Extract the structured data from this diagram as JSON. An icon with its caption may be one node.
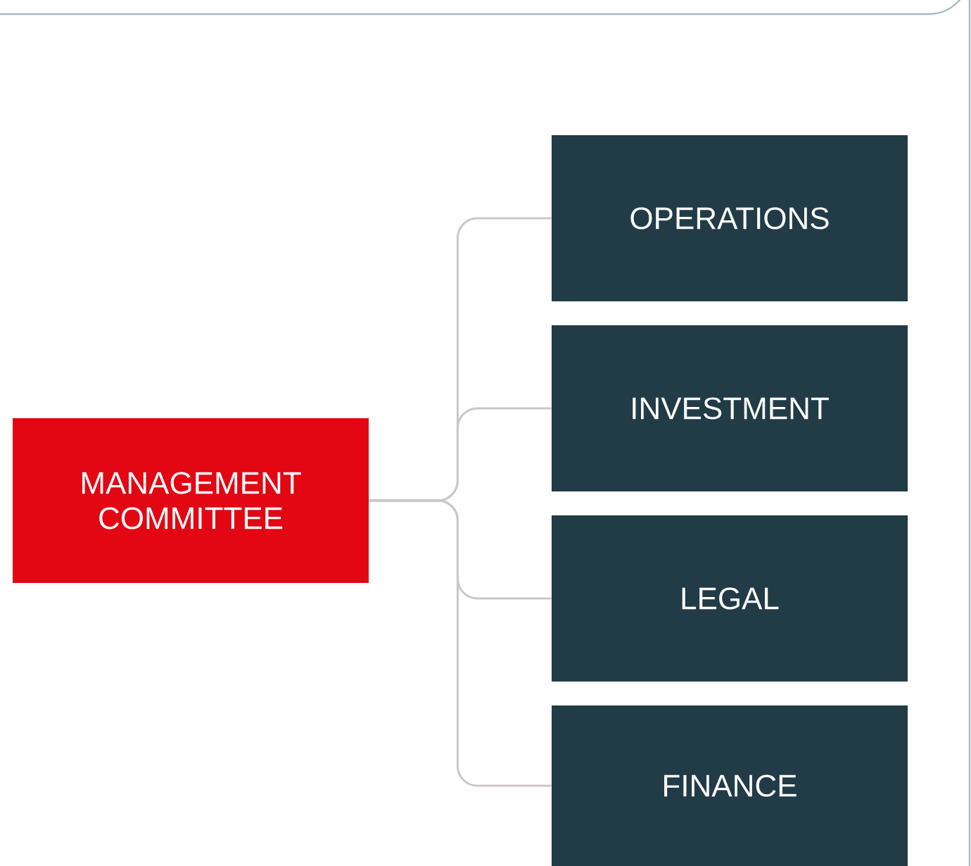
{
  "diagram": {
    "nodes": [
      {
        "text": [
          "MANAGEMENT COMMITTEE"
        ]
      },
      {
        "text": [
          "OPERATIONS"
        ]
      },
      {
        "text": [
          "INVESTMENT"
        ]
      },
      {
        "text": [
          "LEGAL"
        ]
      },
      {
        "text": [
          "FINANCE"
        ]
      }
    ],
    "edges": [
      {
        "from": 0,
        "to": 1,
        "arrow": "none"
      },
      {
        "from": 0,
        "to": 2,
        "arrow": "none"
      },
      {
        "from": 0,
        "to": 3,
        "arrow": "none"
      },
      {
        "from": 0,
        "to": 4,
        "arrow": "none"
      }
    ]
  }
}
